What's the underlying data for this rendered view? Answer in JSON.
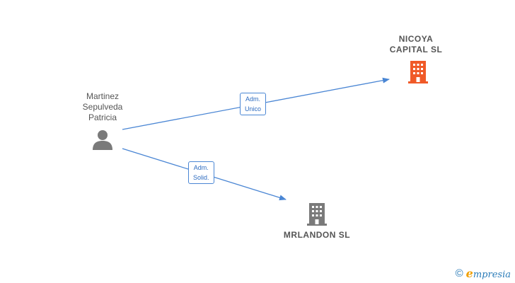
{
  "nodes": {
    "person": {
      "label": "Martinez\nSepulveda\nPatricia",
      "icon": "person-icon"
    },
    "company_main": {
      "label": "NICOYA\nCAPITAL SL",
      "icon": "building-icon",
      "color": "#f05a28"
    },
    "company_other": {
      "label": "MRLANDON SL",
      "icon": "building-icon",
      "color": "#7a7a7a"
    }
  },
  "edges": [
    {
      "label": "Adm.\nUnico",
      "from": "person",
      "to": "company_main"
    },
    {
      "label": "Adm.\nSolid.",
      "from": "person",
      "to": "company_other"
    }
  ],
  "colors": {
    "edge": "#4a86d4",
    "person_icon": "#7a7a7a"
  },
  "watermark": {
    "symbol": "©",
    "brand_initial": "e",
    "brand_rest": "mpresia"
  }
}
